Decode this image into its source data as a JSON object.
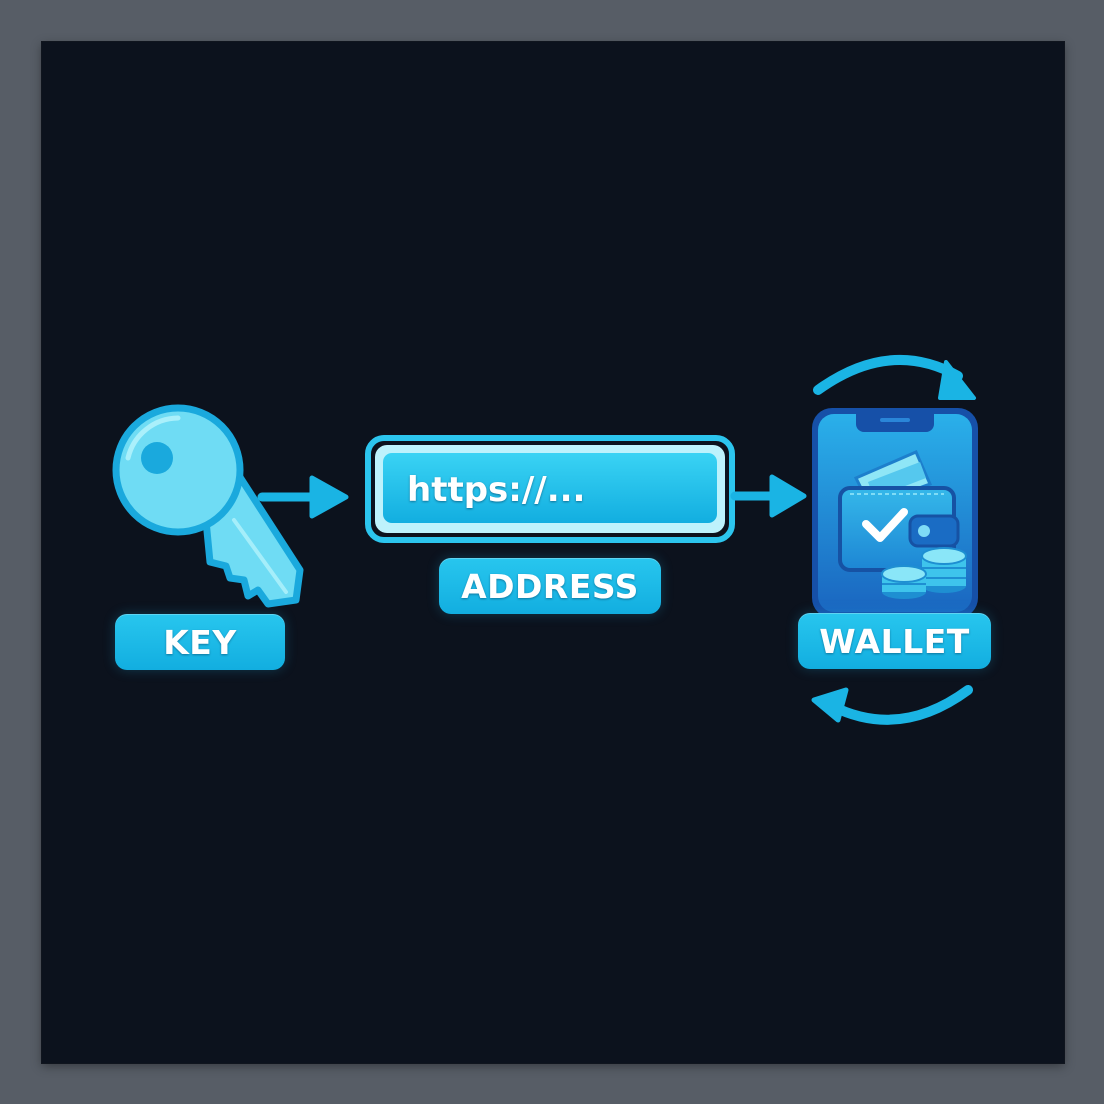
{
  "diagram": {
    "key_label": "KEY",
    "address_label": "ADDRESS",
    "url_text": "https://...",
    "wallet_label": "WALLET"
  },
  "colors": {
    "background_outer": "#575d66",
    "background_inner": "#0c121d",
    "accent_cyan": "#1ab4e4",
    "key_fill": "#6fdcf4",
    "phone_blue": "#1e6fc4"
  },
  "icons": [
    "key-icon",
    "arrow-right-icon",
    "phone-icon",
    "wallet-icon",
    "check-icon",
    "coins-icon",
    "cycle-arrow-icon"
  ]
}
